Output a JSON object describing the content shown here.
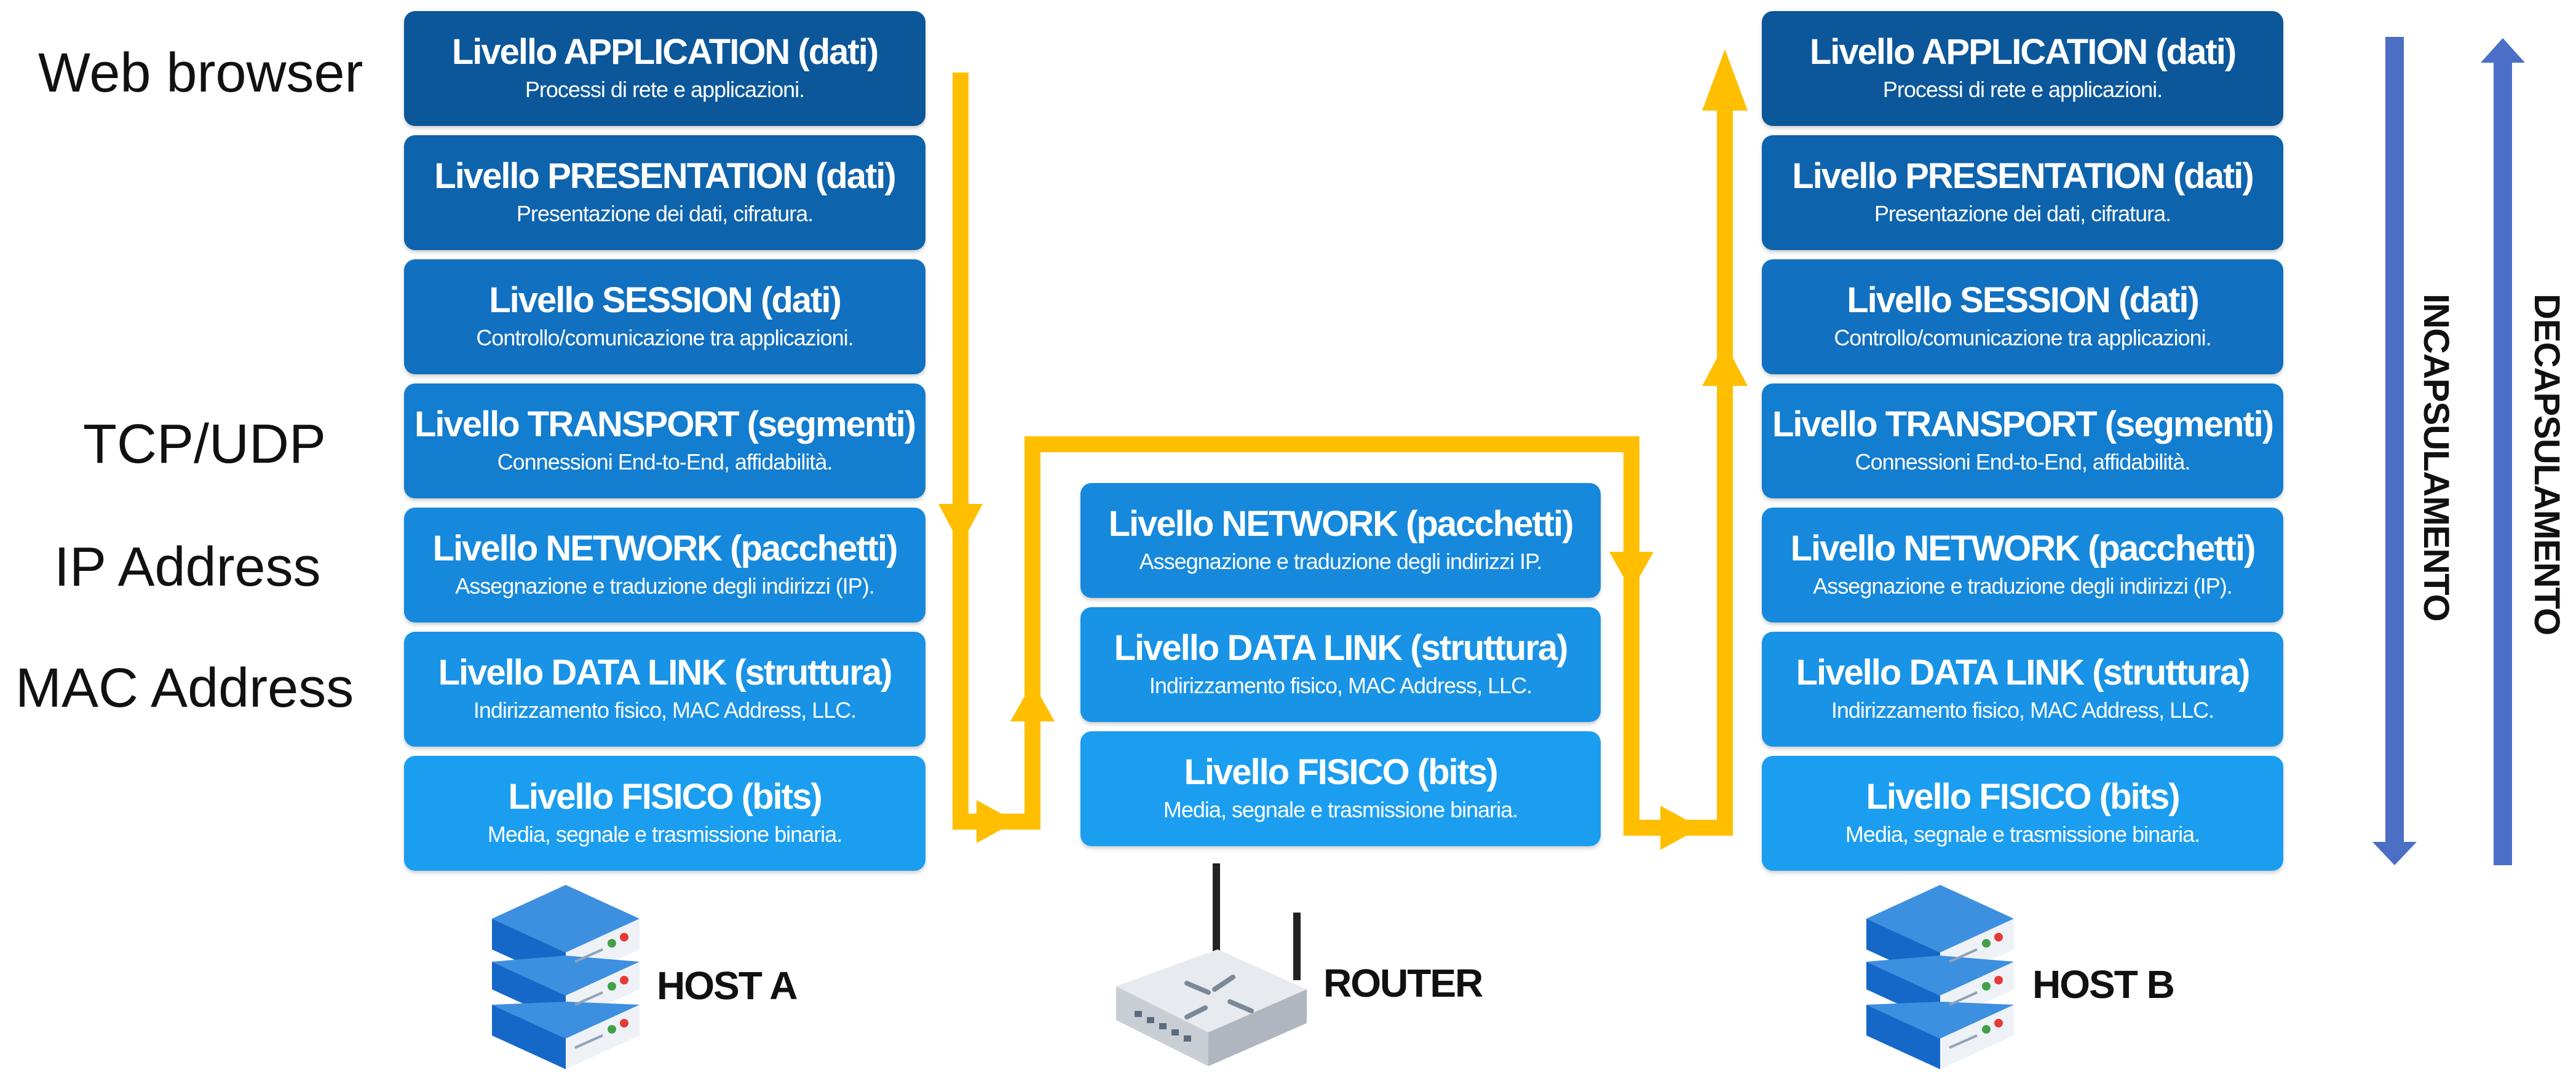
{
  "left_labels": {
    "web_browser": "Web browser",
    "tcp_udp": "TCP/UDP",
    "ip_address": "IP Address",
    "mac_address": "MAC Address"
  },
  "layers": {
    "application": {
      "title": "Livello APPLICATION (dati)",
      "subtitle": "Processi di rete e applicazioni."
    },
    "presentation": {
      "title": "Livello PRESENTATION (dati)",
      "subtitle": "Presentazione dei dati, cifratura."
    },
    "session": {
      "title": "Livello SESSION (dati)",
      "subtitle": "Controllo/comunicazione tra applicazioni."
    },
    "transport": {
      "title": "Livello TRANSPORT (segmenti)",
      "subtitle": "Connessioni End-to-End, affidabilità."
    },
    "network": {
      "title": "Livello NETWORK (pacchetti)",
      "subtitle": "Assegnazione e traduzione degli indirizzi (IP).",
      "subtitle_router": "Assegnazione e traduzione degli indirizzi IP."
    },
    "data_link": {
      "title": "Livello DATA LINK (struttura)",
      "subtitle": "Indirizzamento fisico, MAC Address, LLC."
    },
    "physical": {
      "title": "Livello FISICO (bits)",
      "subtitle": "Media, segnale e trasmissione binaria."
    }
  },
  "devices": {
    "host_a": "HOST A",
    "router": "ROUTER",
    "host_b": "HOST B"
  },
  "side_labels": {
    "incapsulamento": "INCAPSULAMENTO",
    "decapsulamento": "DECAPSULAMENTO"
  },
  "colors": {
    "flow_arrow": "#ffbf00",
    "side_arrows": "#4a6fc5",
    "server_blue": "#1668c8"
  }
}
